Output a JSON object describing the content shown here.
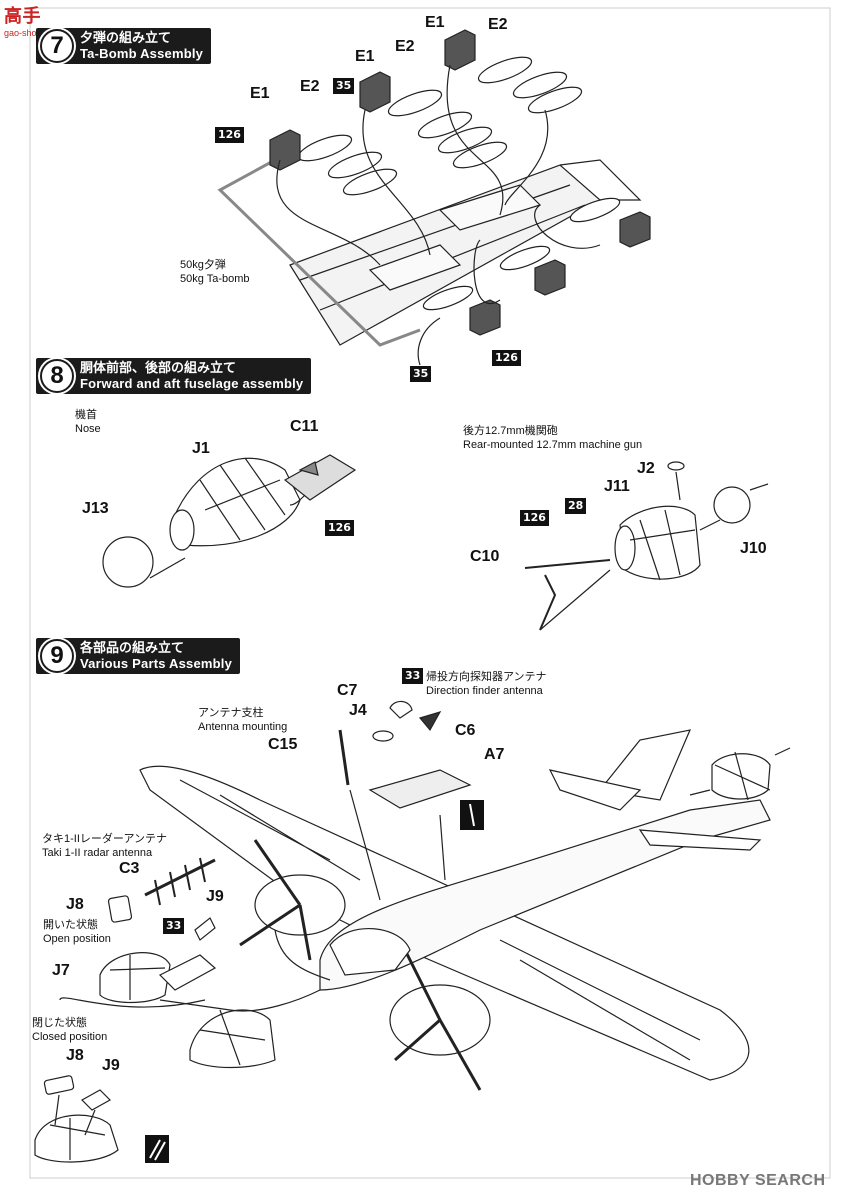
{
  "watermark_top": "高手",
  "watermark_top_sub": "gao-shou.com",
  "step7": {
    "num": "7",
    "jp": "夕弾の組み立て",
    "en": "Ta-Bomb Assembly"
  },
  "step8": {
    "num": "8",
    "jp": "胴体前部、後部の組み立て",
    "en": "Forward and aft fuselage assembly"
  },
  "step9": {
    "num": "9",
    "jp": "各部品の組み立て",
    "en": "Various Parts Assembly"
  },
  "s7": {
    "e1a": "E1",
    "e2a": "E2",
    "e1b": "E1",
    "e2b": "E2",
    "e1c": "E1",
    "e2c": "E2",
    "box35a": "35",
    "box126a": "126",
    "box126b": "126",
    "box35b": "35",
    "bomb_jp": "50kg夕弾",
    "bomb_en": "50kg Ta-bomb"
  },
  "s8": {
    "nose_jp": "機首",
    "nose_en": "Nose",
    "c11": "C11",
    "j1": "J1",
    "j13": "J13",
    "box126": "126",
    "gun_jp": "後方12.7mm機関砲",
    "gun_en": "Rear-mounted 12.7mm machine gun",
    "j2": "J2",
    "j11": "J11",
    "j10": "J10",
    "c10": "C10",
    "box126b": "126",
    "box28": "28"
  },
  "s9": {
    "box33a": "33",
    "df_jp": "帰投方向探知器アンテナ",
    "df_en": "Direction finder antenna",
    "c7": "C7",
    "c6": "C6",
    "j4": "J4",
    "a7": "A7",
    "mast_jp": "アンテナ支柱",
    "mast_en": "Antenna mounting",
    "c15": "C15",
    "radar_jp": "タキ1-IIレーダーアンテナ",
    "radar_en": "Taki 1-II radar antenna",
    "c3": "C3",
    "box33b": "33",
    "j8": "J8",
    "j9": "J9",
    "open_jp": "開いた状態",
    "open_en": "Open position",
    "j7": "J7",
    "closed_jp": "閉じた状態",
    "closed_en": "Closed position",
    "j8b": "J8",
    "j9b": "J9"
  },
  "watermark_bottom": "HOBBY SEARCH"
}
